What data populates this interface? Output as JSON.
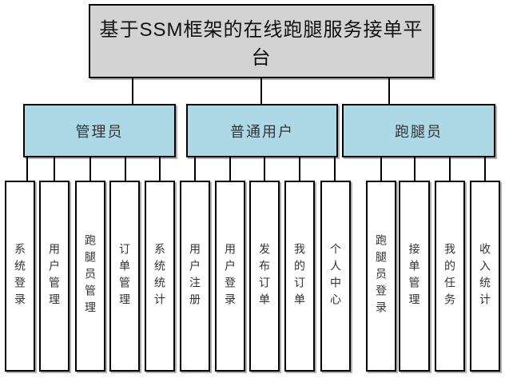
{
  "title": {
    "label": "基于SSM框架的在线跑腿服务接单平台"
  },
  "groups": [
    {
      "label": "管理员",
      "children": [
        "系统登录",
        "用户管理",
        "跑腿员管理",
        "订单管理",
        "系统统计"
      ]
    },
    {
      "label": "普通用户",
      "children": [
        "用户注册",
        "用户登录",
        "发布订单",
        "我的订单",
        "个人中心"
      ]
    },
    {
      "label": "跑腿员",
      "children": [
        "跑腿员登录",
        "接单管理",
        "我的任务",
        "收入统计"
      ]
    }
  ],
  "colors": {
    "root_fill": "#d3d3d3",
    "group_fill": "#add8e6",
    "leaf_fill": "#ffffff",
    "border": "#000000",
    "line": "#000000",
    "shadow": "#b0b0b0"
  }
}
